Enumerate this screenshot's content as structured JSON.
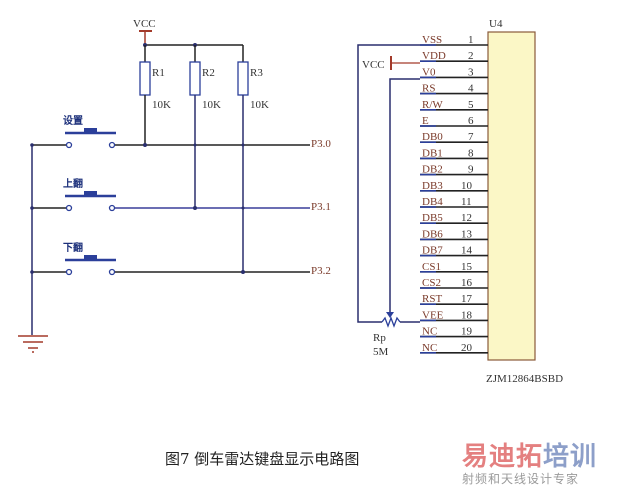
{
  "left_circuit": {
    "vcc_label": "VCC",
    "resistors": [
      {
        "ref": "R1",
        "value": "10K"
      },
      {
        "ref": "R2",
        "value": "10K"
      },
      {
        "ref": "R3",
        "value": "10K"
      }
    ],
    "buttons": [
      {
        "label": "设置",
        "port": "P3.0"
      },
      {
        "label": "上翻",
        "port": "P3.1"
      },
      {
        "label": "下翻",
        "port": "P3.2"
      }
    ]
  },
  "right_circuit": {
    "vcc_label": "VCC",
    "chip_ref": "U4",
    "chip_part": "ZJM12864BSBD",
    "pins": [
      {
        "name": "VSS",
        "num": "1"
      },
      {
        "name": "VDD",
        "num": "2"
      },
      {
        "name": "V0",
        "num": "3"
      },
      {
        "name": "RS",
        "num": "4"
      },
      {
        "name": "R/W",
        "num": "5"
      },
      {
        "name": "E",
        "num": "6"
      },
      {
        "name": "DB0",
        "num": "7"
      },
      {
        "name": "DB1",
        "num": "8"
      },
      {
        "name": "DB2",
        "num": "9"
      },
      {
        "name": "DB3",
        "num": "10"
      },
      {
        "name": "DB4",
        "num": "11"
      },
      {
        "name": "DB5",
        "num": "12"
      },
      {
        "name": "DB6",
        "num": "13"
      },
      {
        "name": "DB7",
        "num": "14"
      },
      {
        "name": "CS1",
        "num": "15"
      },
      {
        "name": "CS2",
        "num": "16"
      },
      {
        "name": "RST",
        "num": "17"
      },
      {
        "name": "VEE",
        "num": "18"
      },
      {
        "name": "NC",
        "num": "19"
      },
      {
        "name": "NC",
        "num": "20"
      }
    ],
    "pot": {
      "ref": "Rp",
      "value": "5M"
    }
  },
  "caption": "图7  倒车雷达键盘显示电路图",
  "watermark": {
    "line1_a": "易迪拓",
    "line1_b": "培训",
    "line2": "射频和天线设计专家"
  },
  "colors": {
    "wire": "#2a2f6e",
    "wire_dark": "#222222",
    "component": "#2b3f9a",
    "power": "#a33a2a",
    "chip_fill": "#fbf7c6",
    "chip_border": "#8a5a3a"
  }
}
